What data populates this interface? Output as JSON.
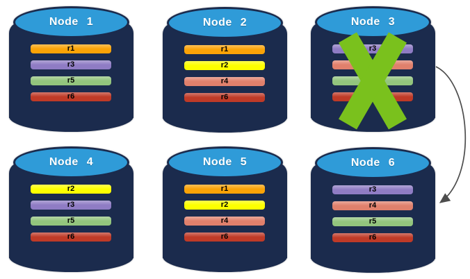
{
  "diagram": {
    "description": "Six database node cylinders holding replicas; Node 3 is crossed out and an arrow points from Node 3 to Node 6",
    "colors": {
      "cylinder_body": "#1B2B4D",
      "cylinder_top_fill": "#2F9BD8",
      "cylinder_outline": "#1B2B4D",
      "node_title_text": "#FFFFFF",
      "bar_text": "#000000",
      "failure_x": "#7AC11D",
      "arrow": "#4D4D4D"
    },
    "replica_palette": {
      "r1": "#FAA307",
      "r2": "#FDFF00",
      "r3": "#8F7CC4",
      "r4": "#E0806C",
      "r5": "#93C57D",
      "r6": "#BF3A27"
    },
    "nodes": [
      {
        "id": "node-1",
        "label": "Node 1",
        "failed": false,
        "replicas": [
          {
            "label": "r1",
            "color": "#FAA307"
          },
          {
            "label": "r3",
            "color": "#8F7CC4"
          },
          {
            "label": "r5",
            "color": "#93C57D"
          },
          {
            "label": "r6",
            "color": "#BF3A27"
          }
        ]
      },
      {
        "id": "node-2",
        "label": "Node 2",
        "failed": false,
        "replicas": [
          {
            "label": "r1",
            "color": "#FAA307"
          },
          {
            "label": "r2",
            "color": "#FDFF00"
          },
          {
            "label": "r4",
            "color": "#E0806C"
          },
          {
            "label": "r6",
            "color": "#BF3A27"
          }
        ]
      },
      {
        "id": "node-3",
        "label": "Node 3",
        "failed": true,
        "replicas": [
          {
            "label": "r3",
            "color": "#8F7CC4"
          },
          {
            "label": "r4",
            "color": "#E0806C"
          },
          {
            "label": "r5",
            "color": "#93C57D"
          },
          {
            "label": "r6",
            "color": "#BF3A27"
          }
        ]
      },
      {
        "id": "node-4",
        "label": "Node 4",
        "failed": false,
        "replicas": [
          {
            "label": "r2",
            "color": "#FDFF00"
          },
          {
            "label": "r3",
            "color": "#8F7CC4"
          },
          {
            "label": "r5",
            "color": "#93C57D"
          },
          {
            "label": "r6",
            "color": "#BF3A27"
          }
        ]
      },
      {
        "id": "node-5",
        "label": "Node 5",
        "failed": false,
        "replicas": [
          {
            "label": "r1",
            "color": "#FAA307"
          },
          {
            "label": "r2",
            "color": "#FDFF00"
          },
          {
            "label": "r4",
            "color": "#E0806C"
          },
          {
            "label": "r6",
            "color": "#BF3A27"
          }
        ]
      },
      {
        "id": "node-6",
        "label": "Node 6",
        "failed": false,
        "replicas": [
          {
            "label": "r3",
            "color": "#8F7CC4"
          },
          {
            "label": "r4",
            "color": "#E0806C"
          },
          {
            "label": "r5",
            "color": "#93C57D"
          },
          {
            "label": "r6",
            "color": "#BF3A27"
          }
        ]
      }
    ],
    "arrow": {
      "from": "Node 3",
      "to": "Node 6"
    }
  }
}
